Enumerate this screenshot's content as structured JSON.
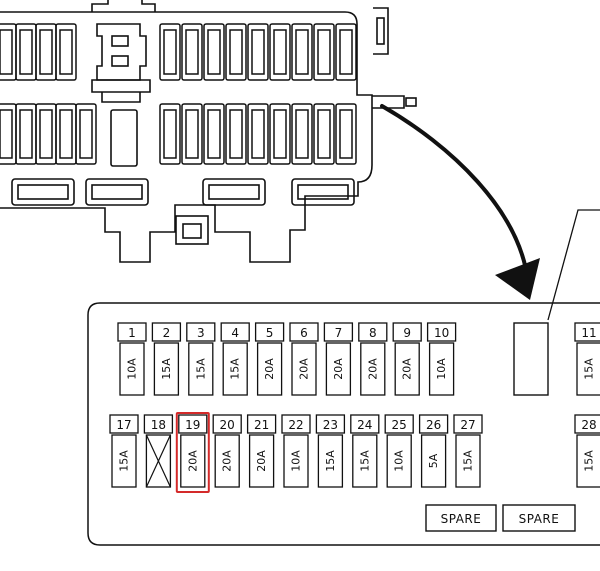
{
  "diagram": {
    "upper_row": [
      {
        "number": "1",
        "rating": "10A"
      },
      {
        "number": "2",
        "rating": "15A"
      },
      {
        "number": "3",
        "rating": "15A"
      },
      {
        "number": "4",
        "rating": "15A"
      },
      {
        "number": "5",
        "rating": "20A"
      },
      {
        "number": "6",
        "rating": "20A"
      },
      {
        "number": "7",
        "rating": "20A"
      },
      {
        "number": "8",
        "rating": "20A"
      },
      {
        "number": "9",
        "rating": "20A"
      },
      {
        "number": "10",
        "rating": "10A"
      },
      {
        "number": "11",
        "rating": "15A"
      }
    ],
    "lower_row": [
      {
        "number": "17",
        "rating": "15A"
      },
      {
        "number": "18",
        "rating": "",
        "empty": true
      },
      {
        "number": "19",
        "rating": "20A",
        "highlighted": true
      },
      {
        "number": "20",
        "rating": "20A"
      },
      {
        "number": "21",
        "rating": "20A"
      },
      {
        "number": "22",
        "rating": "10A"
      },
      {
        "number": "23",
        "rating": "15A"
      },
      {
        "number": "24",
        "rating": "15A"
      },
      {
        "number": "25",
        "rating": "10A"
      },
      {
        "number": "26",
        "rating": "5A"
      },
      {
        "number": "27",
        "rating": "15A"
      },
      {
        "number": "28",
        "rating": "15A"
      }
    ],
    "spare_labels": [
      "SPARE",
      "SPARE"
    ],
    "highlight_color": "#d42a2a",
    "line_color": "#111111"
  }
}
